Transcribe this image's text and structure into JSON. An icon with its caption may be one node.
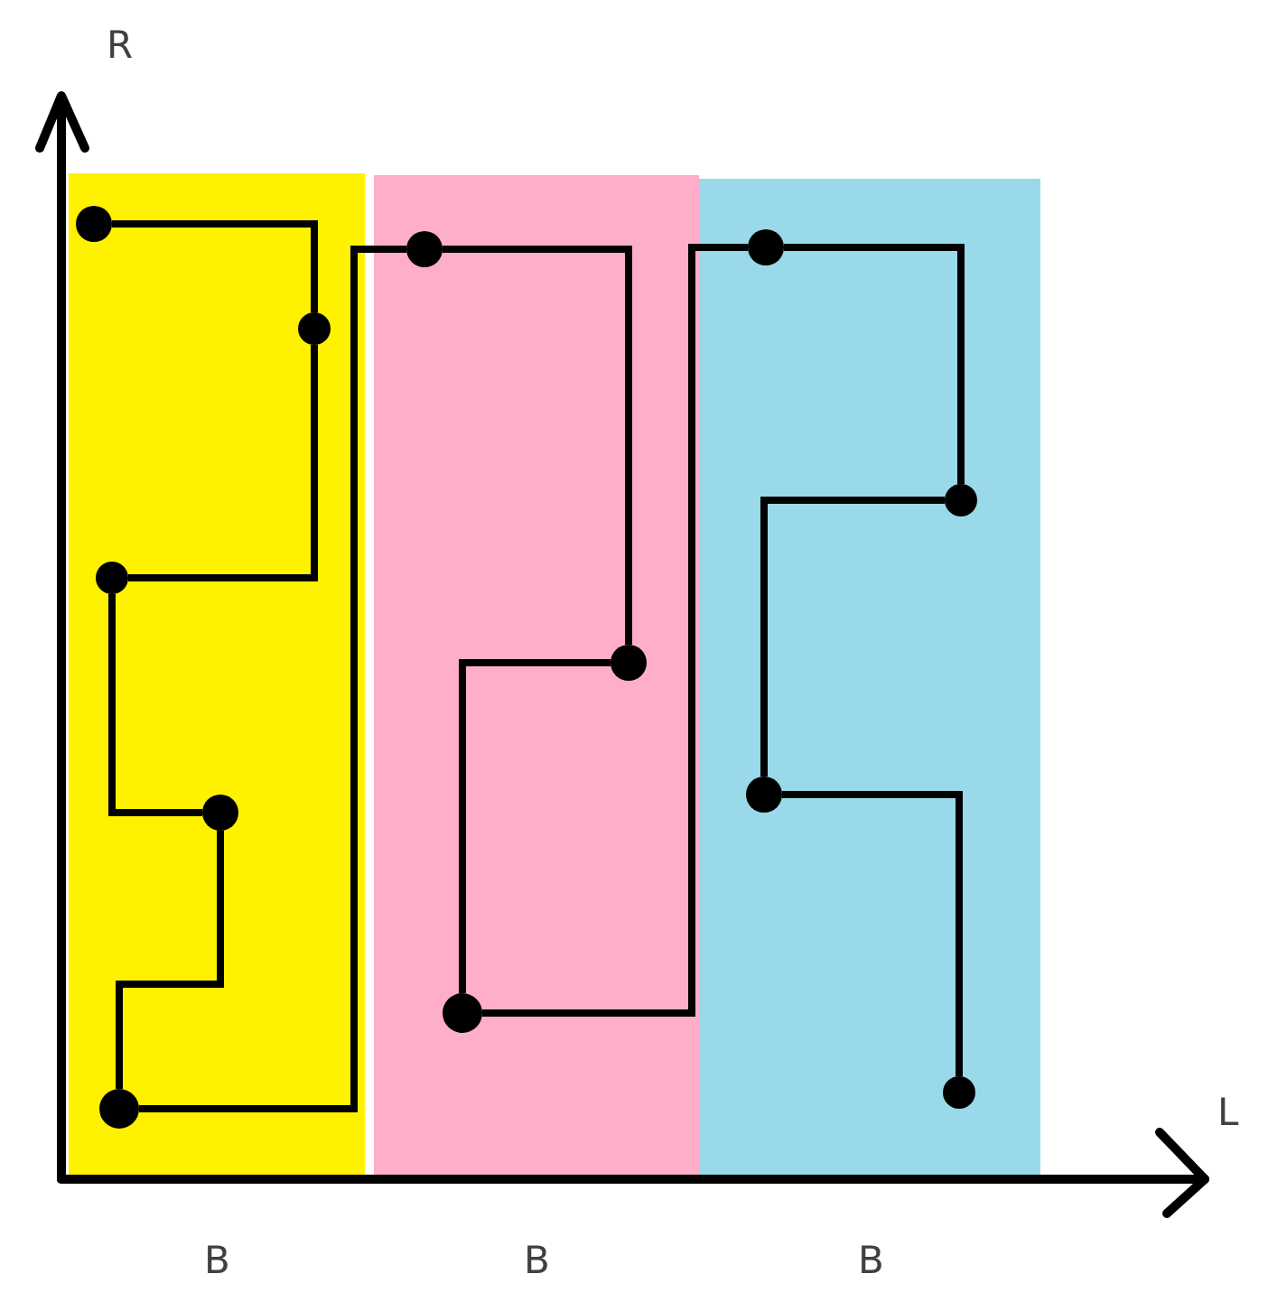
{
  "diagram": {
    "nodes": [
      {
        "text": [
          "B"
        ]
      },
      {
        "text": [],
        "shape": "circle",
        "in": 0
      },
      {
        "text": [],
        "shape": "circle",
        "in": 0
      },
      {
        "text": [],
        "shape": "circle",
        "in": 0
      },
      {
        "text": [],
        "shape": "circle",
        "in": 0
      },
      {
        "text": [],
        "shape": "circle",
        "in": 0
      },
      {
        "text": [
          "B"
        ]
      },
      {
        "text": [],
        "shape": "circle",
        "in": 6
      },
      {
        "text": [],
        "shape": "circle",
        "in": 6
      },
      {
        "text": [],
        "shape": "circle",
        "in": 6
      },
      {
        "text": [
          "B"
        ]
      },
      {
        "text": [],
        "shape": "circle",
        "in": 10
      },
      {
        "text": [],
        "shape": "circle",
        "in": 10
      },
      {
        "text": [],
        "shape": "circle",
        "in": 10
      },
      {
        "text": [],
        "shape": "circle",
        "in": 10
      }
    ],
    "edges": [
      {
        "from": 1,
        "to": 2,
        "arrow": "none"
      },
      {
        "from": 2,
        "to": 3,
        "arrow": "none"
      },
      {
        "from": 3,
        "to": 4,
        "arrow": "none"
      },
      {
        "from": 4,
        "to": 5,
        "arrow": "none"
      },
      {
        "from": 5,
        "to": 7,
        "arrow": "none"
      },
      {
        "from": 7,
        "to": 8,
        "arrow": "none"
      },
      {
        "from": 8,
        "to": 9,
        "arrow": "none"
      },
      {
        "from": 9,
        "to": 11,
        "arrow": "none"
      },
      {
        "from": 11,
        "to": 12,
        "arrow": "none"
      },
      {
        "from": 12,
        "to": 13,
        "arrow": "none"
      },
      {
        "from": 13,
        "to": 14,
        "arrow": "none"
      }
    ],
    "labels": [
      "R",
      "L"
    ]
  }
}
